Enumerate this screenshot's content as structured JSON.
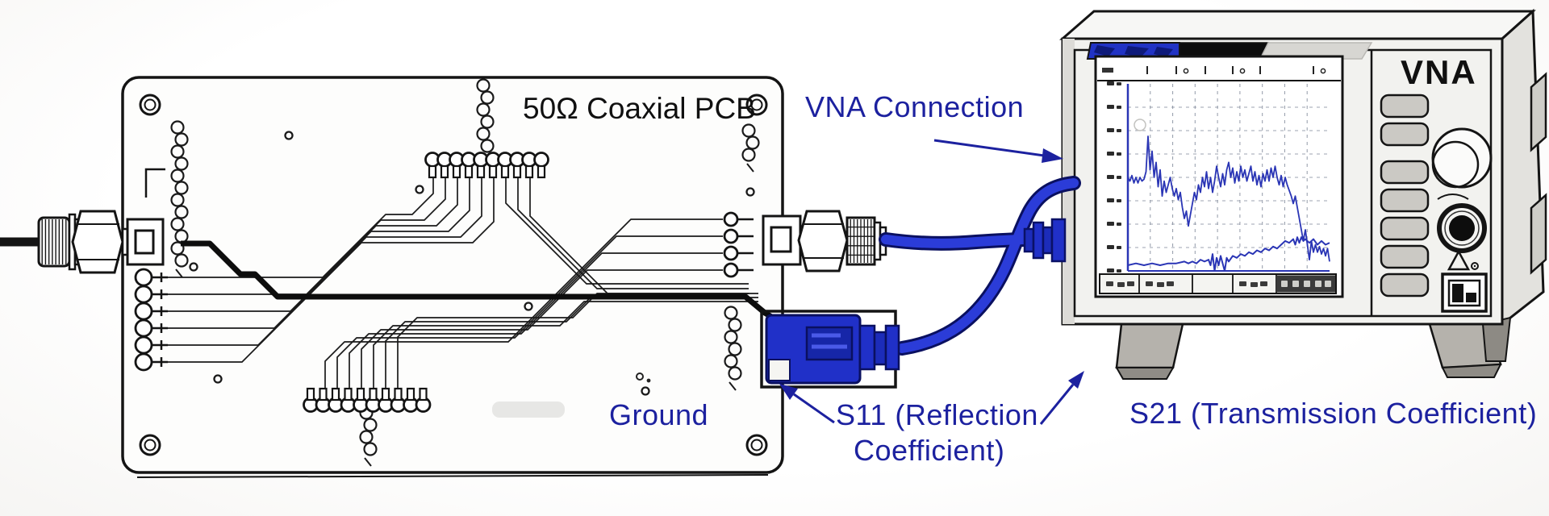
{
  "labels": {
    "pcb_title": "50Ω Coaxial PCB",
    "vna_connection": "VNA Connection",
    "ground": "Ground",
    "s11_line1": "S11 (Reflection",
    "s11_line2": "Coefficient)",
    "s21": "S21 (Transmission Coefficient)",
    "vna_panel": "VNA"
  },
  "colors": {
    "label_blue": "#1c219f",
    "cable_blue": "#2b3cd8",
    "cable_outline": "#0a1060",
    "connector_blue": "#2030c8",
    "ink": "#141414",
    "panel": "#f2f2ef",
    "panel_top": "#f7f7f5",
    "panel_side": "#e3e2de",
    "button_gray": "#cbc9c4",
    "foot_gray": "#b5b2ac",
    "trace_blue": "#2a35b5",
    "grid_gray": "#8b93a3",
    "strip_blue": "#2133c4",
    "strip_black": "#0d0d0d"
  },
  "icons": {
    "warning_triangle": "△",
    "ethernet_port": "▯",
    "knob_large": "◯",
    "knob_small": "●"
  },
  "vna": {
    "softkey_count": 7,
    "status_cells": [
      "light",
      "light",
      "plain",
      "light",
      "dark"
    ],
    "screen_axis_labels_legible": false
  },
  "chart_data": {
    "type": "line",
    "title": "",
    "xlabel": "",
    "ylabel": "",
    "note": "VNA screen plot; axis tick labels are illegible squiggles in source image",
    "layout": {
      "v_gridlines": 8,
      "h_gridlines": 7,
      "x_ticks": 10,
      "y_ticks": 9,
      "grid": "dashed"
    },
    "series": [
      {
        "name": "S21 transmission trace",
        "points": [
          [
            0,
            50
          ],
          [
            1,
            52
          ],
          [
            2,
            49
          ],
          [
            3,
            53
          ],
          [
            4,
            50
          ],
          [
            5,
            53
          ],
          [
            6,
            50
          ],
          [
            7,
            52
          ],
          [
            8,
            51
          ],
          [
            9,
            47
          ],
          [
            10,
            28
          ],
          [
            11,
            46
          ],
          [
            12,
            36
          ],
          [
            13,
            50
          ],
          [
            14,
            42
          ],
          [
            15,
            55
          ],
          [
            16,
            46
          ],
          [
            17,
            60
          ],
          [
            18,
            52
          ],
          [
            19,
            58
          ],
          [
            20,
            54
          ],
          [
            21,
            50
          ],
          [
            22,
            56
          ],
          [
            23,
            60
          ],
          [
            24,
            56
          ],
          [
            25,
            62
          ],
          [
            26,
            58
          ],
          [
            27,
            66
          ],
          [
            28,
            72
          ],
          [
            29,
            68
          ],
          [
            30,
            76
          ],
          [
            31,
            70
          ],
          [
            32,
            64
          ],
          [
            33,
            58
          ],
          [
            34,
            62
          ],
          [
            35,
            54
          ],
          [
            36,
            58
          ],
          [
            37,
            50
          ],
          [
            38,
            55
          ],
          [
            39,
            47
          ],
          [
            40,
            56
          ],
          [
            41,
            50
          ],
          [
            42,
            58
          ],
          [
            43,
            52
          ],
          [
            44,
            44
          ],
          [
            45,
            50
          ],
          [
            46,
            55
          ],
          [
            47,
            48
          ],
          [
            48,
            54
          ],
          [
            49,
            46
          ],
          [
            50,
            42
          ],
          [
            51,
            50
          ],
          [
            52,
            45
          ],
          [
            53,
            53
          ],
          [
            54,
            47
          ],
          [
            55,
            52
          ],
          [
            56,
            44
          ],
          [
            57,
            50
          ],
          [
            58,
            46
          ],
          [
            59,
            52
          ],
          [
            60,
            48
          ],
          [
            61,
            44
          ],
          [
            62,
            52
          ],
          [
            63,
            47
          ],
          [
            64,
            54
          ],
          [
            65,
            49
          ],
          [
            66,
            55
          ],
          [
            67,
            48
          ],
          [
            68,
            52
          ],
          [
            69,
            46
          ],
          [
            70,
            52
          ],
          [
            71,
            45
          ],
          [
            72,
            50
          ],
          [
            73,
            44
          ],
          [
            74,
            50
          ],
          [
            75,
            54
          ],
          [
            76,
            49
          ],
          [
            77,
            55
          ],
          [
            78,
            50
          ],
          [
            79,
            54
          ],
          [
            80,
            57
          ],
          [
            81,
            60
          ],
          [
            82,
            64
          ],
          [
            83,
            60
          ],
          [
            84,
            66
          ],
          [
            85,
            72
          ],
          [
            86,
            78
          ],
          [
            87,
            84
          ],
          [
            88,
            78
          ],
          [
            89,
            86
          ],
          [
            90,
            94
          ],
          [
            91,
            84
          ],
          [
            92,
            90
          ],
          [
            93,
            86
          ],
          [
            94,
            90
          ],
          [
            95,
            87
          ],
          [
            96,
            91
          ],
          [
            97,
            88
          ],
          [
            98,
            92
          ],
          [
            99,
            88
          ],
          [
            100,
            95
          ]
        ]
      },
      {
        "name": "S11 reflection trace",
        "points": [
          [
            0,
            97
          ],
          [
            4,
            96
          ],
          [
            8,
            97
          ],
          [
            12,
            96
          ],
          [
            16,
            97
          ],
          [
            20,
            96
          ],
          [
            24,
            96
          ],
          [
            28,
            95
          ],
          [
            30,
            96
          ],
          [
            32,
            95
          ],
          [
            34,
            96
          ],
          [
            36,
            94
          ],
          [
            38,
            95
          ],
          [
            40,
            94
          ],
          [
            41,
            97
          ],
          [
            42,
            91
          ],
          [
            43,
            100
          ],
          [
            44,
            93
          ],
          [
            45,
            97
          ],
          [
            46,
            92
          ],
          [
            47,
            96
          ],
          [
            48,
            100
          ],
          [
            49,
            93
          ],
          [
            50,
            95
          ],
          [
            52,
            92
          ],
          [
            54,
            93
          ],
          [
            56,
            91
          ],
          [
            58,
            92
          ],
          [
            60,
            90
          ],
          [
            62,
            91
          ],
          [
            64,
            89
          ],
          [
            66,
            90
          ],
          [
            68,
            88
          ],
          [
            70,
            89
          ],
          [
            72,
            87
          ],
          [
            74,
            88
          ],
          [
            76,
            86
          ],
          [
            78,
            84
          ],
          [
            80,
            85
          ],
          [
            82,
            83
          ],
          [
            83,
            86
          ],
          [
            84,
            82
          ],
          [
            85,
            85
          ],
          [
            86,
            82
          ],
          [
            87,
            84
          ],
          [
            88,
            83
          ],
          [
            90,
            85
          ],
          [
            92,
            83
          ],
          [
            94,
            86
          ],
          [
            96,
            84
          ],
          [
            98,
            86
          ],
          [
            100,
            85
          ]
        ]
      }
    ]
  }
}
